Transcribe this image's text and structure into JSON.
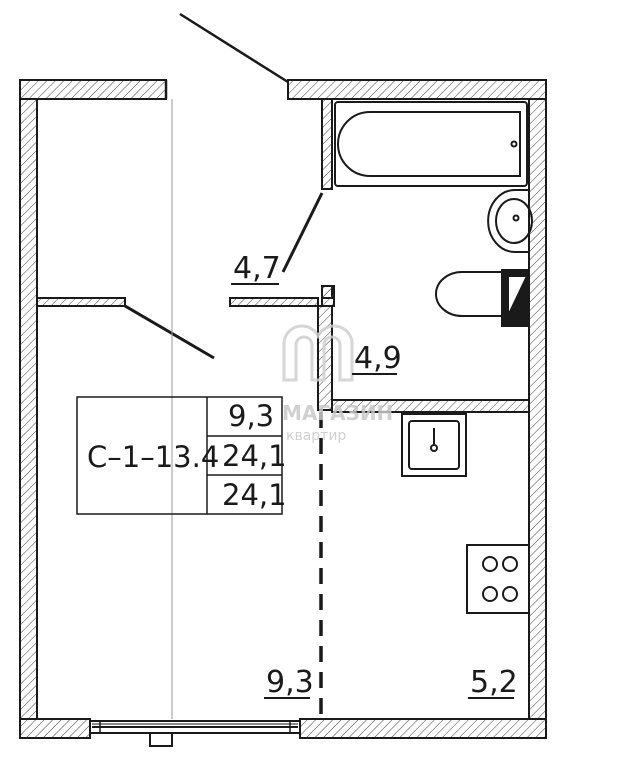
{
  "plan": {
    "unit_code": "С–1–13.4",
    "areas": {
      "living": "9,3",
      "total": "24,1",
      "total_with_balcony": "24,1"
    },
    "rooms": [
      {
        "id": "hall",
        "area": "4,7"
      },
      {
        "id": "bathroom",
        "area": "4,9"
      },
      {
        "id": "living-room",
        "area": "9,3"
      },
      {
        "id": "kitchen",
        "area": "5,2"
      }
    ],
    "fixtures": [
      "bathtub-icon",
      "washbasin-icon",
      "toilet-icon",
      "kitchen-sink-icon",
      "stove-icon"
    ]
  },
  "watermark": {
    "line1": "МАГАЗИН",
    "line2": "квартир"
  },
  "colors": {
    "line": "#1a1a1a",
    "hatch": "#444444",
    "watermark": "#c8c8c8"
  }
}
